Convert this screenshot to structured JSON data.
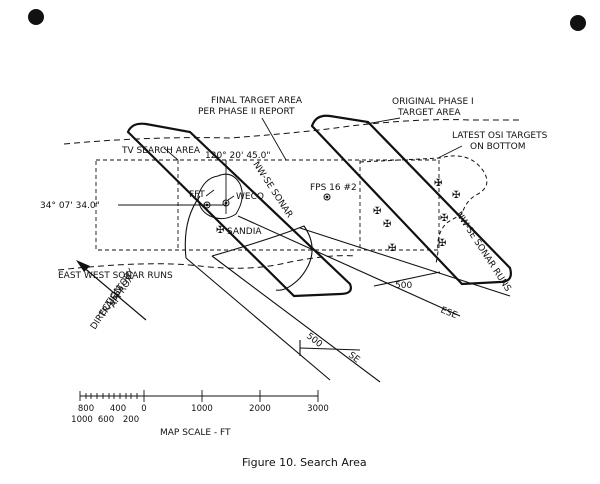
{
  "labels": {
    "final_target_area_l1": "FINAL TARGET AREA",
    "final_target_area_l2": "PER PHASE II REPORT",
    "original_phase_l1": "ORIGINAL PHASE I",
    "original_phase_l2": "TARGET AREA",
    "latest_osi_l1": "LATEST OSI TARGETS",
    "latest_osi_l2": "ON BOTTOM",
    "tv_search_area": "TV SEARCH AREA",
    "longitude": "120° 20' 45.0\"",
    "latitude": "34° 07' 34.0\"",
    "fft": "FFT",
    "weco": "WECO",
    "sandia": "SANDIA",
    "fps": "FPS 16 #2",
    "nw_se_sonar": "NW-SE SONAR",
    "nw_se_sonar_runs": "NW-SE SONAR RUNS",
    "east_west_sonar_runs": "EAST WEST SONAR RUNS",
    "dist_500_ese": "500",
    "ese": "ESE",
    "dist_500_se": "500",
    "se": "SE",
    "trajectory_l1": "APPROX",
    "trajectory_l2": "TRAJECTORY",
    "trajectory_l3": "DIRECTION"
  },
  "scale": {
    "upper_ticks": [
      "800",
      "400",
      "0",
      "1000",
      "2000",
      "3000"
    ],
    "lower_ticks": [
      "1000",
      "600",
      "200"
    ],
    "title": "MAP SCALE - FT"
  },
  "caption": "Figure 10.  Search Area"
}
